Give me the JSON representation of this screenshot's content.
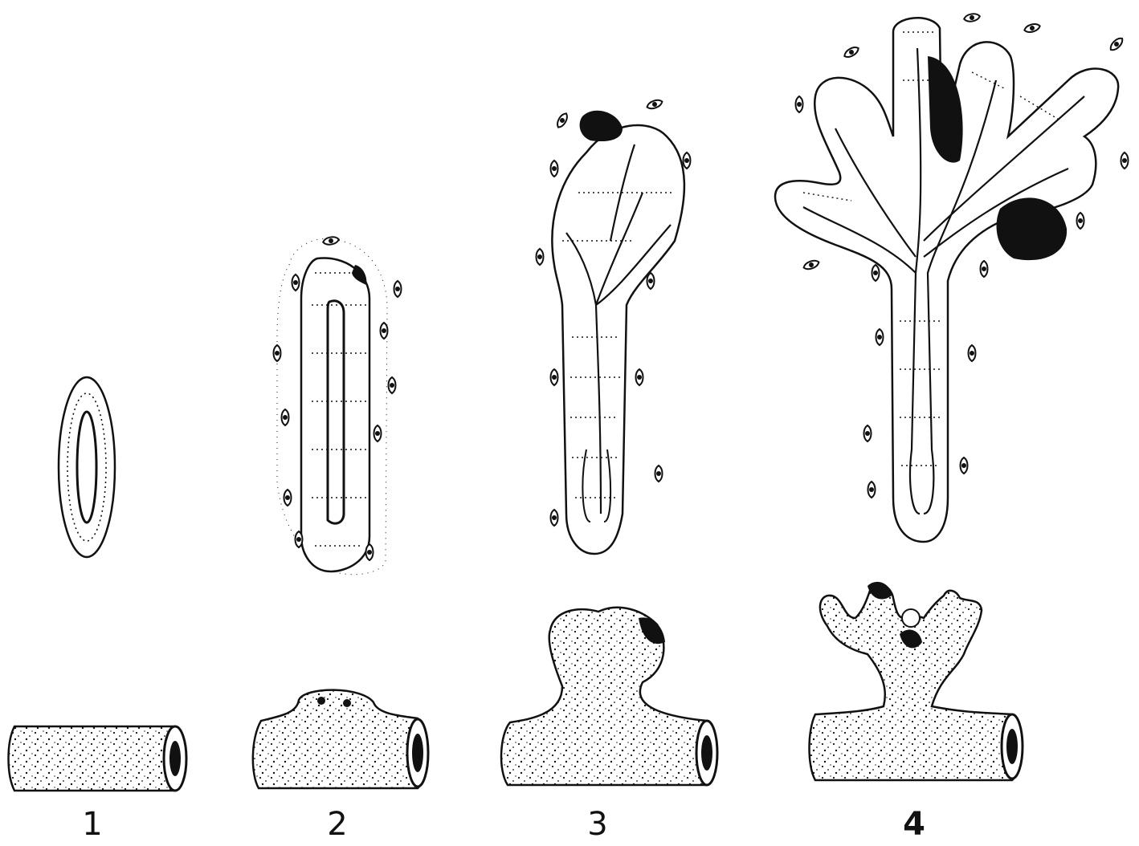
{
  "figure": {
    "description_free": true,
    "stages": [
      {
        "label": "1"
      },
      {
        "label": "2"
      },
      {
        "label": "3"
      },
      {
        "label": "4"
      }
    ],
    "colors": {
      "ink": "#111111",
      "paper": "#ffffff"
    }
  }
}
